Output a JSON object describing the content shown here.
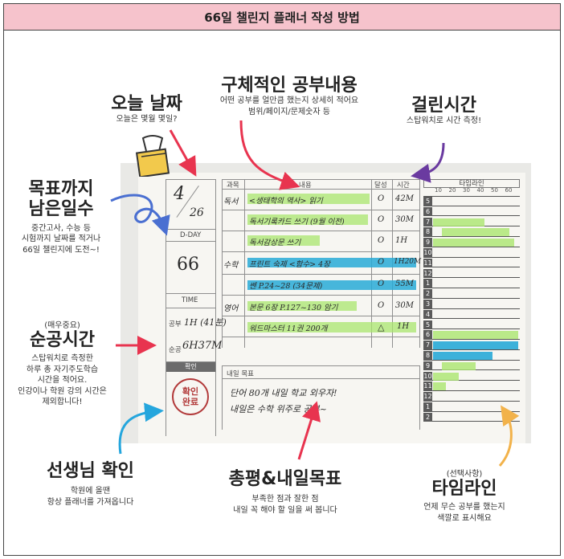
{
  "page": {
    "title": "66일 챌린지 플래너 작성 방법"
  },
  "callouts": {
    "today": {
      "head": "오늘 날짜",
      "sub": "오늘은 몇월 몇일?"
    },
    "content": {
      "head": "구체적인 공부내용",
      "sub1": "어떤 공부를 얼만큼 했는지 상세히 적어요",
      "sub2": "범위/페이지/문제숫자 등"
    },
    "time_taken": {
      "head": "걸린시간",
      "sub": "스탑워치로 시간 측정!"
    },
    "dday": {
      "head1": "목표까지",
      "head2": "남은일수",
      "sub1": "중간고사, 수능 등",
      "sub2": "시험까지 날짜를 적거나",
      "sub3": "66일 챌린지에 도전~!"
    },
    "net_study": {
      "tag": "(매우중요)",
      "head": "순공시간",
      "sub1": "스탑워치로 측정한",
      "sub2": "하루 총 자기주도학습",
      "sub3": "시간을 적어요.",
      "sub4": "인강이나 학원 강의 시간은",
      "sub5": "제외합니다!"
    },
    "teacher": {
      "head": "선생님 확인",
      "sub1": "학원에 올땐",
      "sub2": "항상 플래너를 가져옵니다"
    },
    "review": {
      "head": "총평&내일목표",
      "sub1": "부족한 점과 잘한 점",
      "sub2": "내일 꼭 해야 할 일을 써 봅니다"
    },
    "timeline": {
      "tag": "(선택사항)",
      "head": "타임라인",
      "sub1": "언제 무슨 공부를 했는지",
      "sub2": "색깔로 표시해요"
    }
  },
  "planner": {
    "date_month": "4",
    "date_day": "26",
    "dday_label": "D-DAY",
    "dday_value": "66",
    "time_label": "TIME",
    "study_label": "공부",
    "study_value": "1H (41분)",
    "net_label": "순공",
    "net_value": "6H37M",
    "confirm_label": "확인",
    "stamp_text1": "확인",
    "stamp_text2": "완료",
    "headers": {
      "subject": "과목",
      "content": "내용",
      "done": "달성",
      "time": "시간",
      "timeline": "타임라인"
    },
    "timeline_ticks": [
      "10",
      "20",
      "30",
      "40",
      "50",
      "60"
    ],
    "timeline_hours": [
      "5",
      "6",
      "7",
      "8",
      "9",
      "10",
      "11",
      "12",
      "1",
      "2",
      "3",
      "4",
      "5",
      "6",
      "7",
      "8",
      "9",
      "10",
      "11",
      "12",
      "1",
      "2"
    ],
    "rows": [
      {
        "subject": "독서",
        "content": "<생태학의 역사> 읽기",
        "done": "O",
        "time": "42M"
      },
      {
        "subject": "",
        "content": "독서기록카드 쓰기 (9월 이전)",
        "done": "O",
        "time": "30M"
      },
      {
        "subject": "",
        "content": "독서감상문 쓰기",
        "done": "O",
        "time": "1H"
      },
      {
        "subject": "수학",
        "content": "프린트 숙제 <함수> 4장",
        "done": "O",
        "time": "1H20M"
      },
      {
        "subject": "",
        "content": "쎈 P.24~28 (34문제)",
        "done": "O",
        "time": "55M"
      },
      {
        "subject": "영어",
        "content": "본문 6장 P.127~130 암기",
        "done": "O",
        "time": "30M"
      },
      {
        "subject": "",
        "content": "워드마스터 11권 200개",
        "done": "△",
        "time": "1H"
      }
    ],
    "tomorrow_label": "내일 목표",
    "tomorrow_line1": "단어 80개 내일 학교 외우자!",
    "tomorrow_line2": "내일은 수학 위주로 공부~"
  },
  "colors": {
    "title_bar": "#f6c3cc",
    "arrow_red": "#e8344f",
    "arrow_blue": "#4a6fd1",
    "arrow_purple": "#6a3aa0",
    "arrow_cyan": "#25a6dd",
    "arrow_orange": "#f2b24a",
    "highlight_green": "#aae66e",
    "highlight_blue": "#28aad7"
  }
}
